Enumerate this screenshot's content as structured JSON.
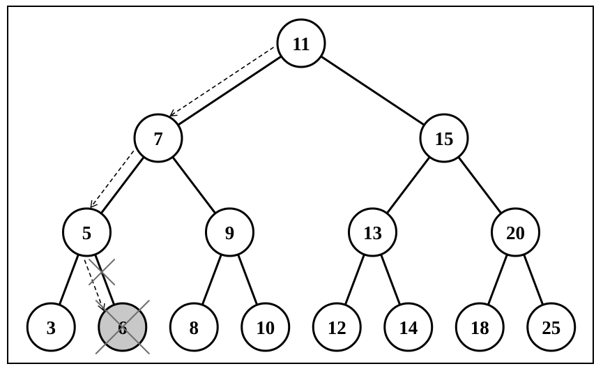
{
  "tree": {
    "root": {
      "label": "11",
      "highlighted": false,
      "removed": false,
      "left": {
        "label": "7",
        "highlighted": false,
        "removed": false,
        "left": {
          "label": "5",
          "highlighted": false,
          "removed": false,
          "left": {
            "label": "3",
            "highlighted": false,
            "removed": false
          },
          "right": {
            "label": "6",
            "highlighted": true,
            "removed": true
          }
        },
        "right": {
          "label": "9",
          "highlighted": false,
          "removed": false,
          "left": {
            "label": "8",
            "highlighted": false,
            "removed": false
          },
          "right": {
            "label": "10",
            "highlighted": false,
            "removed": false
          }
        }
      },
      "right": {
        "label": "15",
        "highlighted": false,
        "removed": false,
        "left": {
          "label": "13",
          "highlighted": false,
          "removed": false,
          "left": {
            "label": "12",
            "highlighted": false,
            "removed": false
          },
          "right": {
            "label": "14",
            "highlighted": false,
            "removed": false
          }
        },
        "right": {
          "label": "20",
          "highlighted": false,
          "removed": false,
          "left": {
            "label": "18",
            "highlighted": false,
            "removed": false
          },
          "right": {
            "label": "25",
            "highlighted": false,
            "removed": false
          }
        }
      }
    }
  },
  "search_path": [
    "11",
    "7",
    "5",
    "6"
  ],
  "removed_edge": {
    "parent": "5",
    "child": "6"
  },
  "colors": {
    "node_fill": "#ffffff",
    "highlight_fill": "#c8c8c8",
    "stroke": "#000000",
    "cross": "#6e6e6e",
    "frame": "#000000"
  }
}
